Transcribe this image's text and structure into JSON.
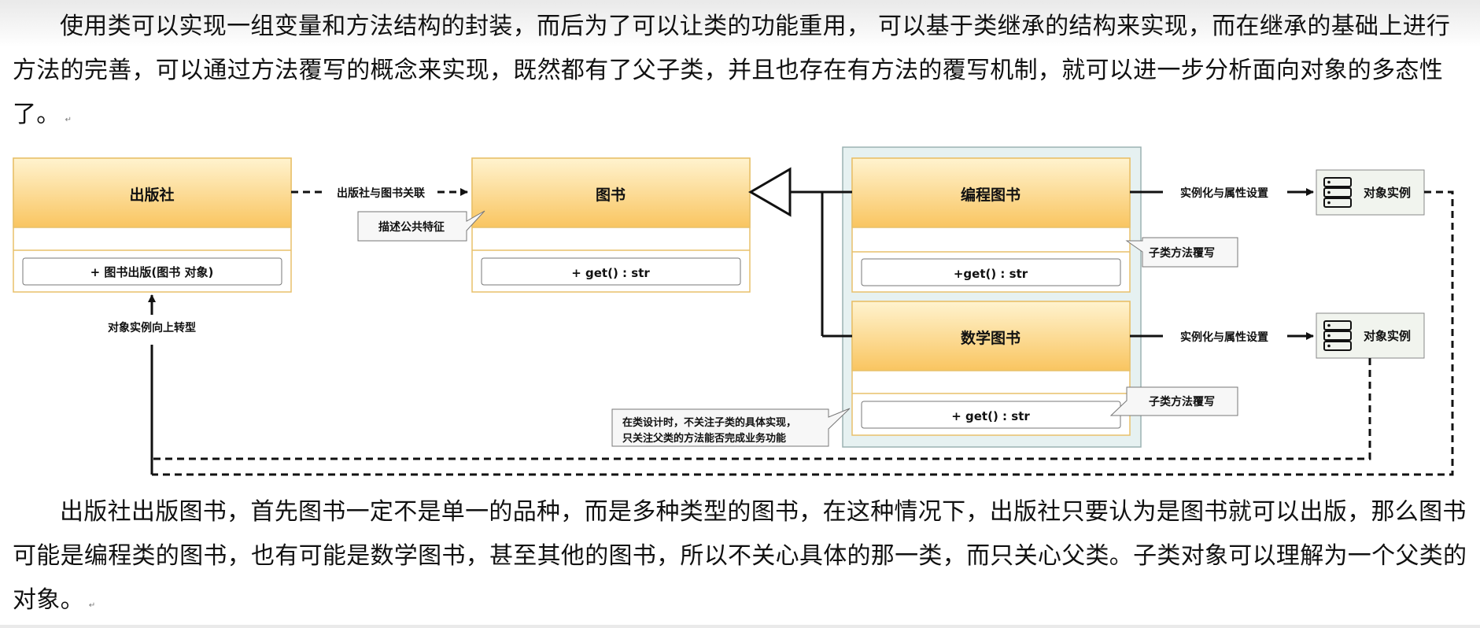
{
  "paragraphs": {
    "intro": "使用类可以实现一组变量和方法结构的封装，而后为了可以让类的功能重用，  可以基于类继承的结构来实现，而在继承的基础上进行方法的完善，可以通过方法覆写的概念来实现，既然都有了父子类，并且也存在有方法的覆写机制，就可以进一步分析面向对象的多态性了。",
    "outro": "出版社出版图书，首先图书一定不是单一的品种，而是多种类型的图书，在这种情况下，出版社只要认为是图书就可以出版，那么图书可能是编程类的图书，也有可能是数学图书，甚至其他的图书，所以不关心具体的那一类，而只关心父类。子类对象可以理解为一个父类的对象。",
    "return_mark": "↵"
  },
  "diagram": {
    "publisher": {
      "name": "出版社",
      "method": "+ 图书出版(图书 对象)"
    },
    "book": {
      "name": "图书",
      "method": "+ get() : str"
    },
    "programming_book": {
      "name": "编程图书",
      "method": "+get() : str"
    },
    "math_book": {
      "name": "数学图书",
      "method": "+ get() : str"
    },
    "association_label": "出版社与图书关联",
    "note_common_features": "描述公共特征",
    "note_override": "子类方法覆写",
    "note_design_line1": "在类设计时，不关注子类的具体实现，",
    "note_design_line2": "只关注父类的方法能否完成业务功能",
    "instantiate_label": "实例化与属性设置",
    "object_instance_label": "对象实例",
    "upcast_label": "对象实例向上转型"
  },
  "colors": {
    "class_header_top": "#fff3cf",
    "class_header_bottom": "#f9c560",
    "class_border": "#e8c06a",
    "group_fill": "#e6f1f1",
    "group_border": "#9cb2b2",
    "instance_fill": "#f1f4ee"
  }
}
